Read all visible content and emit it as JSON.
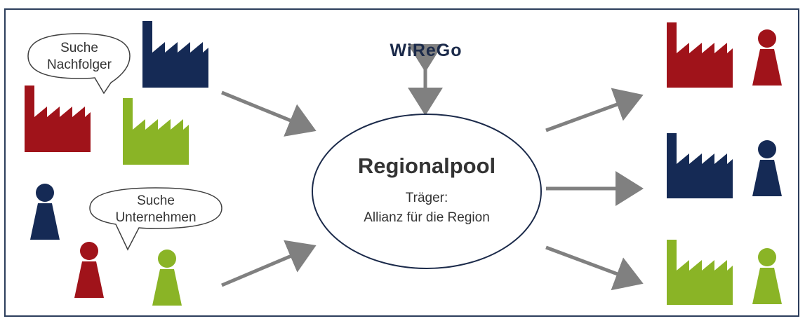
{
  "colors": {
    "navy": "#152a55",
    "red": "#a0131a",
    "green": "#8ab426",
    "arrow": "#808080",
    "border": "#2c3e5c",
    "ellipse_stroke": "#1b2a4a"
  },
  "left": {
    "bubble_successor": {
      "line1": "Suche",
      "line2": "Nachfolger"
    },
    "bubble_company": {
      "line1": "Suche",
      "line2": "Unternehmen"
    },
    "factories": [
      "navy",
      "red",
      "green"
    ],
    "persons": [
      "navy",
      "red",
      "green"
    ]
  },
  "center": {
    "wirego": "WiReGo",
    "pool_title": "Regionalpool",
    "carrier_label": "Träger:",
    "carrier_name": "Allianz für die Region"
  },
  "right": {
    "matches": [
      "red",
      "navy",
      "green"
    ]
  }
}
